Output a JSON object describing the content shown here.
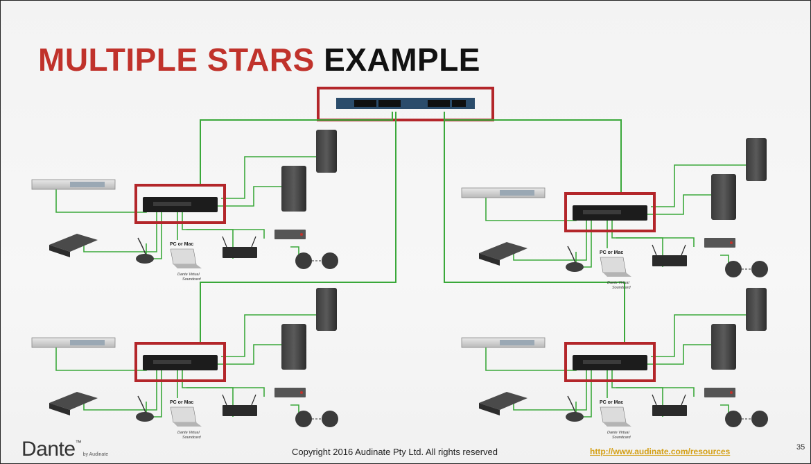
{
  "slide": {
    "title_red": "MULTIPLE STARS",
    "title_black": "EXAMPLE",
    "page_number": "35",
    "copyright": "Copyright 2016 Audinate Pty Ltd. All rights reserved",
    "resource_link": "http://www.audinate.com/resources",
    "logo_text": "Dante",
    "logo_tm": "™",
    "logo_by": "by Audinate"
  },
  "clusters": [
    {
      "pc_label": "PC or Mac",
      "dvs_label_1": "Dante Virtual",
      "dvs_label_2": "Soundcard"
    },
    {
      "pc_label": "PC or Mac",
      "dvs_label_1": "Dante Virtual",
      "dvs_label_2": "Soundcard"
    },
    {
      "pc_label": "PC or Mac",
      "dvs_label_1": "Dante Virtual",
      "dvs_label_2": "Soundcard"
    },
    {
      "pc_label": "PC or Mac",
      "dvs_label_1": "Dante Virtual",
      "dvs_label_2": "Soundcard"
    }
  ],
  "colors": {
    "accent_red": "#c0322b",
    "link_green": "#3aa83a",
    "highlight_box": "#b3262a",
    "link_gold": "#d4a017"
  }
}
